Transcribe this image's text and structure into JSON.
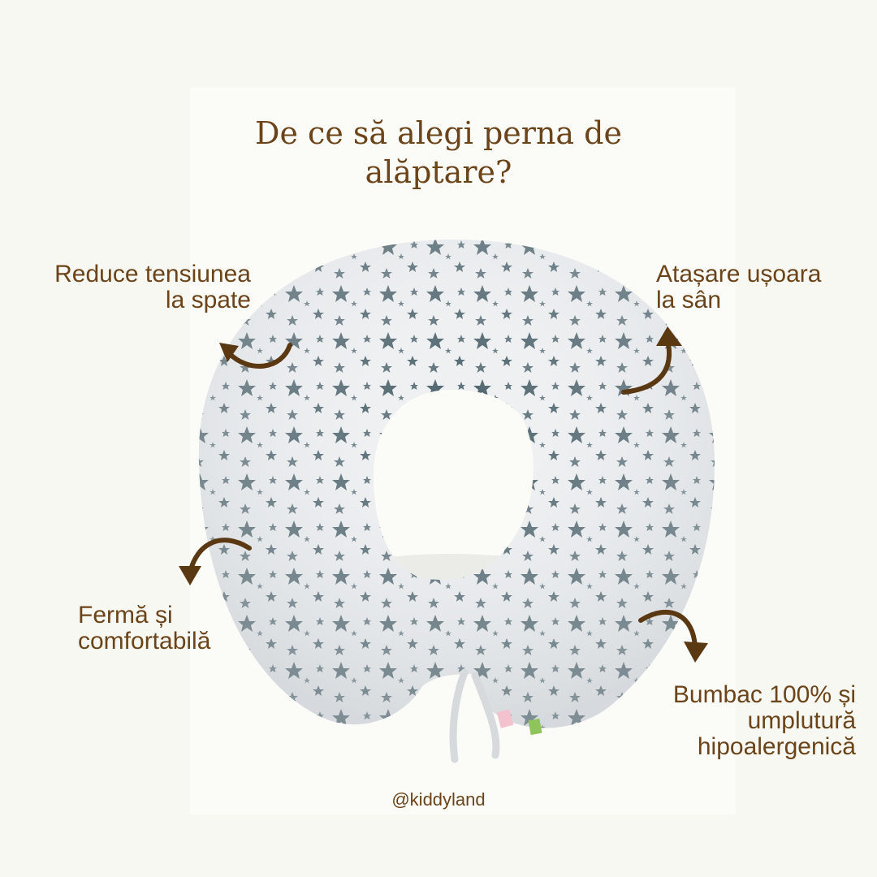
{
  "title": "De ce să alegi perna de alăptare?",
  "features": {
    "back": {
      "line1": "Reduce tensiunea",
      "line2": "la spate"
    },
    "latch": {
      "line1": "Atașare ușoara",
      "line2": "la sân"
    },
    "firm": {
      "line1": "Fermă și",
      "line2": "comfortabilă"
    },
    "cotton": {
      "line1": "Bumbac 100% și",
      "line2": "umplutură",
      "line3": "hipoalergenică"
    }
  },
  "brand": "@kiddyland",
  "colors": {
    "text": "#6b4419",
    "arrow": "#5a3812",
    "star": "#4d636c",
    "pillow": "#eef0f2"
  },
  "icons": [
    "curved-arrow-icon",
    "star-pattern"
  ]
}
